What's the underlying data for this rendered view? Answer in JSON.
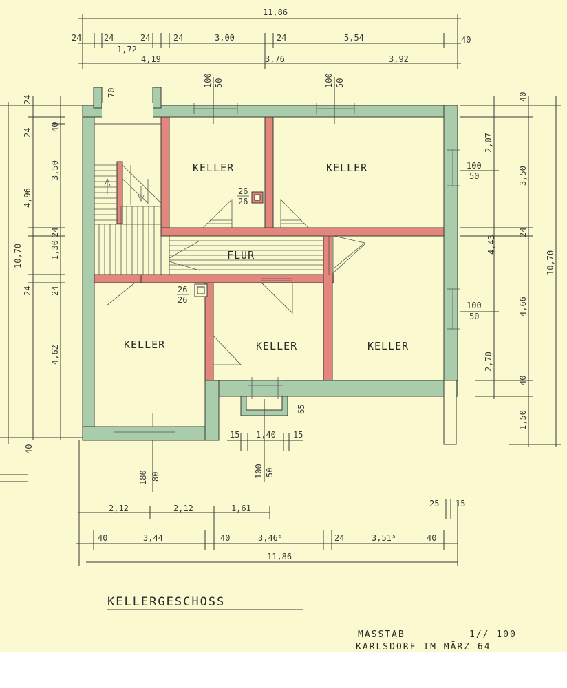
{
  "drawing": {
    "title": "KELLERGESCHOSS",
    "scale_label": "MASSTAB",
    "scale_value": "1// 100",
    "place_date": "KARLSDORF IM MÄRZ 64"
  },
  "rooms": {
    "keller_top_left": "KELLER",
    "keller_top_right": "KELLER",
    "flur": "FLUR",
    "keller_bottom_left": "KELLER",
    "keller_bottom_mid": "KELLER",
    "keller_bottom_right": "KELLER"
  },
  "dimensions": {
    "top_total": "11,86",
    "top_row1": [
      "24",
      "24",
      "24",
      "24",
      "3,00",
      "24",
      "5,54",
      "40"
    ],
    "top_row1b": "1,72",
    "top_row2": [
      "4,19",
      "3,76",
      "3,92"
    ],
    "bottom_row1": [
      "2,12",
      "2,12",
      "1,61"
    ],
    "bottom_row2": [
      "40",
      "3,44",
      "40",
      "3,46⁵",
      "24",
      "3,51⁵",
      "40"
    ],
    "bottom_small": [
      "25",
      "15"
    ],
    "bottom_total": "11,86",
    "left_col_inner": [
      "40",
      "3,50",
      "24",
      "1,30",
      "24",
      "4,62"
    ],
    "left_col_outer": [
      "24",
      "24",
      "4,96",
      "24"
    ],
    "left_total": "10,70",
    "left_bottom": "40",
    "right_col_inner": [
      "2,07",
      "2,70"
    ],
    "right_col_mid": [
      "40",
      "3,50",
      "24",
      "4,43",
      "4,66",
      "40",
      "1,50"
    ],
    "right_total": "10,70",
    "window_top_1": [
      "100",
      "50"
    ],
    "window_top_2": [
      "100",
      "50"
    ],
    "window_right_1": [
      "100",
      "50"
    ],
    "window_right_2": [
      "100",
      "50"
    ],
    "window_bottom_1": [
      "180",
      "80"
    ],
    "window_bottom_2": [
      "100",
      "50"
    ],
    "chimney_1": [
      "26",
      "26"
    ],
    "chimney_2": [
      "26",
      "26"
    ],
    "top_entry_depth": "70",
    "light_well_depth": "65",
    "light_well": [
      "15",
      "1,40",
      "15"
    ]
  },
  "colors": {
    "paper": "#fbf9cf",
    "outer_wall": "#a9ccaa",
    "inner_wall": "#e3867c",
    "line": "#3a3a3a"
  }
}
